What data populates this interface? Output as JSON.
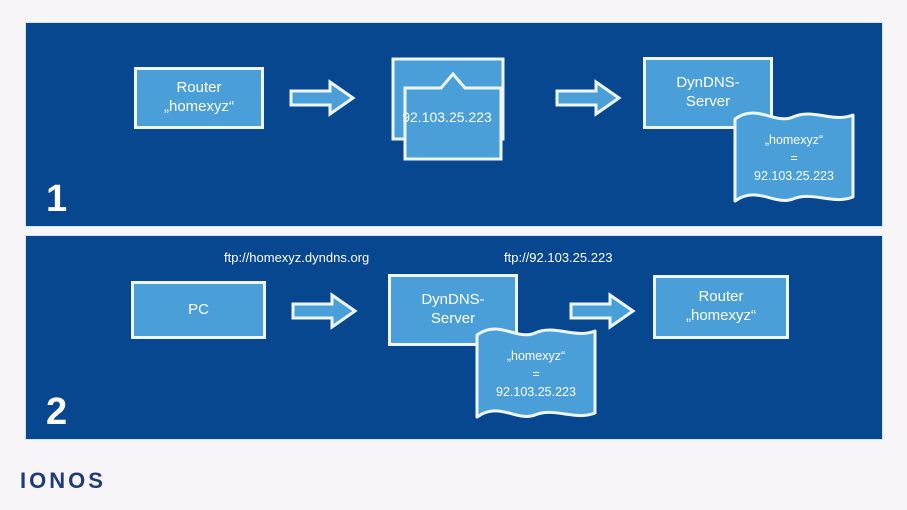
{
  "background_color": "#f7f5f7",
  "panel_color": "#07478f",
  "node_fill_color": "#4a9fd8",
  "node_stroke_color": "#eef6fb",
  "brand": {
    "name": "IONOS",
    "color": "#1f3c79"
  },
  "panels": [
    {
      "number": "1",
      "nodes": {
        "router": "Router\n„homexyz“",
        "ip_document": "92.103.25.223",
        "dyndns_server": "DynDNS-\nServer"
      },
      "banner": {
        "line1": "„homexyz“",
        "line2": "=",
        "line3": "92.103.25.223"
      },
      "arrows": [
        "arrow-right",
        "arrow-right"
      ]
    },
    {
      "number": "2",
      "nodes": {
        "pc": "PC",
        "dyndns_server": "DynDNS-\nServer",
        "router": "Router\n„homexyz“"
      },
      "edge_labels": {
        "left": "ftp://homexyz.dyndns.org",
        "right": "ftp://92.103.25.223"
      },
      "banner": {
        "line1": "„homexyz“",
        "line2": "=",
        "line3": "92.103.25.223"
      },
      "arrows": [
        "arrow-right",
        "arrow-right"
      ]
    }
  ]
}
